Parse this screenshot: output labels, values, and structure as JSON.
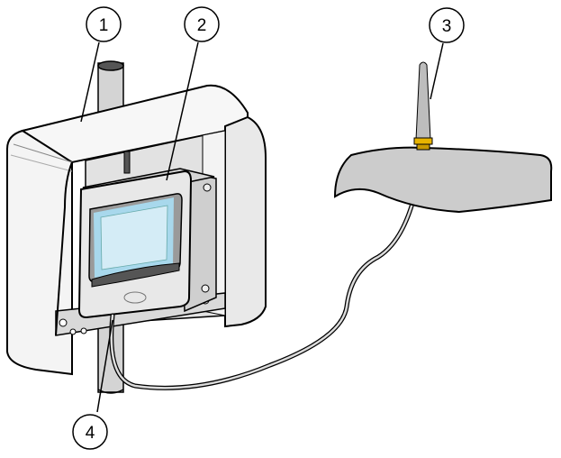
{
  "callouts": [
    {
      "id": "1",
      "label": "1"
    },
    {
      "id": "2",
      "label": "2"
    },
    {
      "id": "3",
      "label": "3"
    },
    {
      "id": "4",
      "label": "4"
    }
  ],
  "colors": {
    "line": "#000000",
    "shield": "#f2f2f2",
    "shield_shade": "#dcdcdc",
    "device": "#e6e6e6",
    "screen": "#c9e6f2",
    "screen_glow": "#9ed3ea",
    "panel": "#c8c8c8",
    "pole": "#cfcfcf",
    "connector": "#e8b400"
  }
}
